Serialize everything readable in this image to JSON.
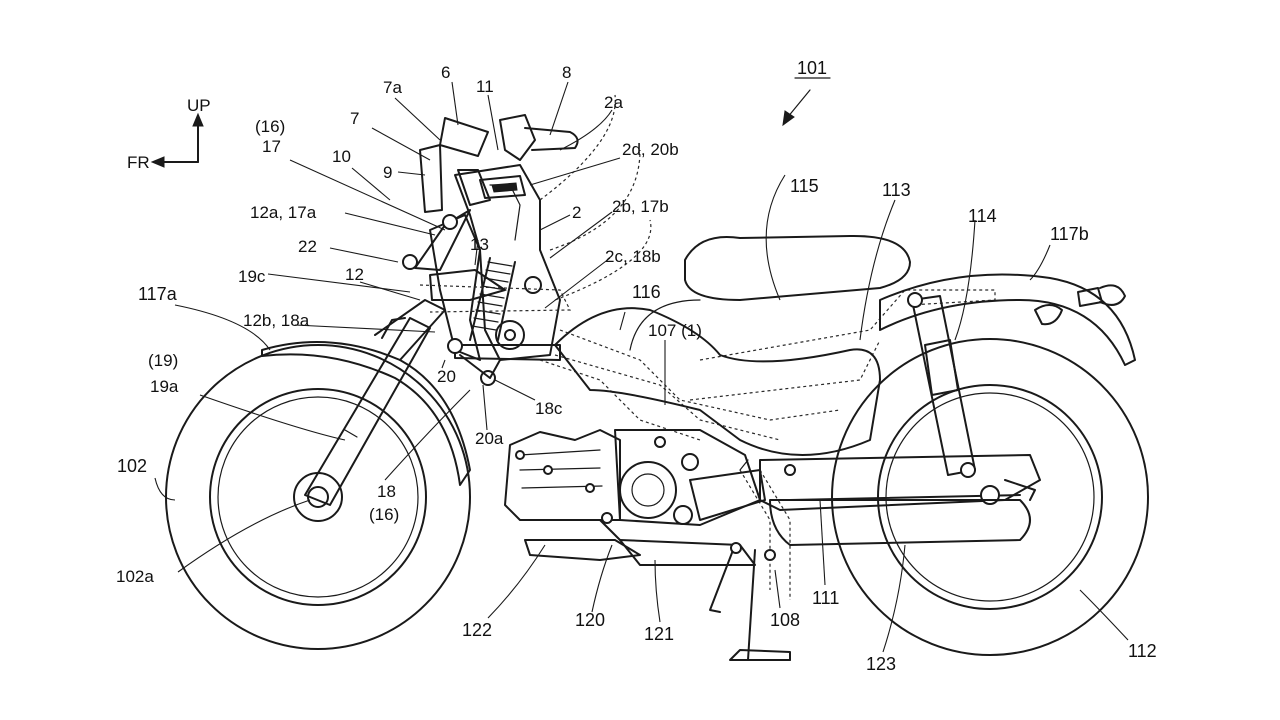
{
  "figure": {
    "title_ref": "101",
    "direction_up": "UP",
    "direction_front": "FR"
  },
  "labels": {
    "l_6": "6",
    "l_7a": "7a",
    "l_11": "11",
    "l_8": "8",
    "l_2a": "2a",
    "l_7": "7",
    "l_16a": "(16)",
    "l_17": "17",
    "l_10": "10",
    "l_2d20b": "2d, 20b",
    "l_9": "9",
    "l_12a17a": "12a, 17a",
    "l_2": "2",
    "l_2b17b": "2b, 17b",
    "l_115": "115",
    "l_113": "113",
    "l_114": "114",
    "l_117b": "117b",
    "l_22": "22",
    "l_13": "13",
    "l_2c18b": "2c, 18b",
    "l_19c": "19c",
    "l_12": "12",
    "l_116": "116",
    "l_117a": "117a",
    "l_12b18a": "12b, 18a",
    "l_1071": "107 (1)",
    "l_19p": "(19)",
    "l_19a": "19a",
    "l_20": "20",
    "l_18c": "18c",
    "l_20a": "20a",
    "l_102": "102",
    "l_18": "18",
    "l_16b": "(16)",
    "l_102a": "102a",
    "l_111": "111",
    "l_122": "122",
    "l_120": "120",
    "l_121": "121",
    "l_108": "108",
    "l_123": "123",
    "l_112": "112"
  }
}
